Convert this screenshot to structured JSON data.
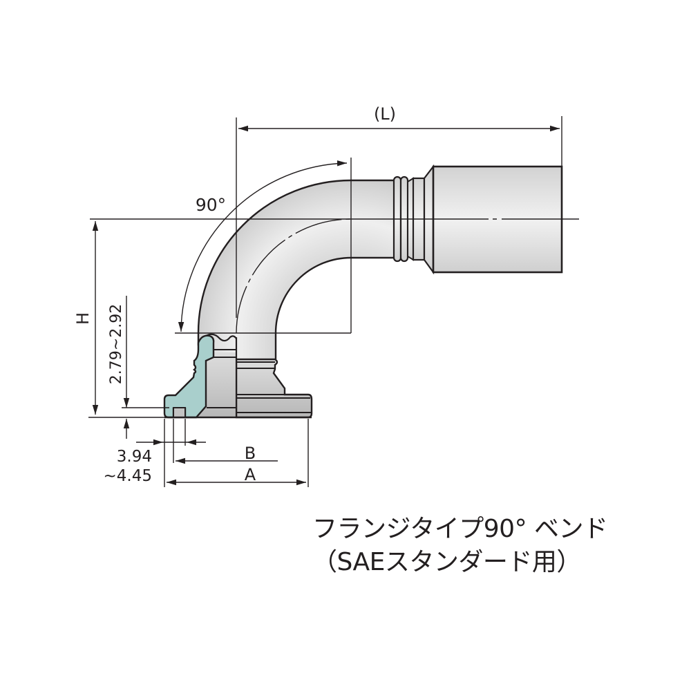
{
  "drawing": {
    "title": "Flange type 90° bend fitting dimension drawing",
    "labels": {
      "length": "(L)",
      "angle": "90°",
      "height": "H",
      "flange_thickness": "2.79~2.92",
      "groove_width_line1": "3.94",
      "groove_width_line2": "~4.45",
      "dim_b": "B",
      "dim_a": "A"
    },
    "colors": {
      "line": "#231f20",
      "body_fill_light": "#ececec",
      "body_fill_dark": "#bdbdbd",
      "section_fill": "#a9cfcc",
      "background": "#ffffff"
    }
  },
  "caption": {
    "line1": "フランジタイプ90° ベンド",
    "line2": "（SAEスタンダード用）"
  }
}
